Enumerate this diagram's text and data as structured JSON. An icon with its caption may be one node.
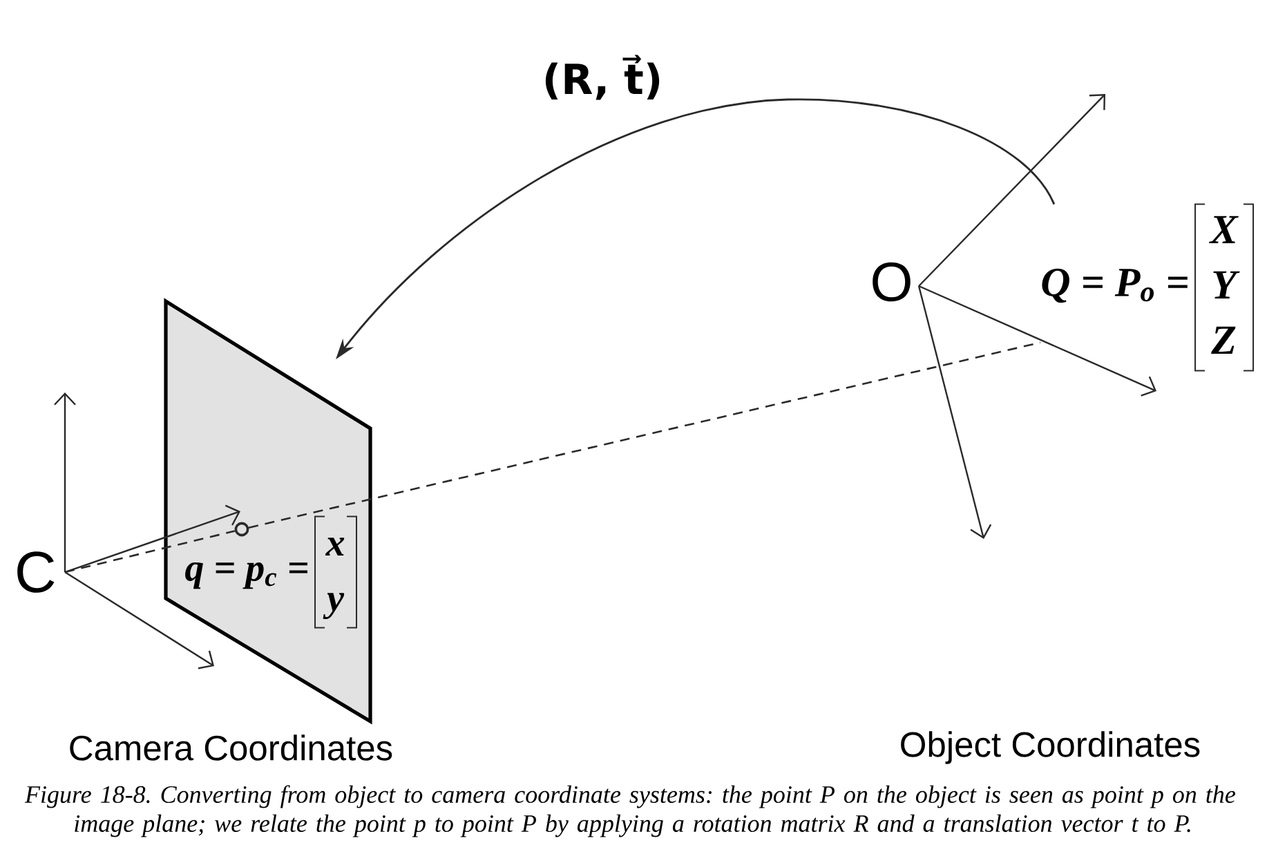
{
  "diagram": {
    "nodes": [
      {
        "text": [
          "C"
        ]
      },
      {
        "text": [
          "q = p$_{c}$ =",
          "x",
          "y"
        ]
      },
      {
        "text": [],
        "shape": "circle",
        "in": 1
      },
      {
        "text": [
          "Q = P$_{o}$ =",
          "X",
          "Y",
          "Z"
        ]
      }
    ],
    "edges": [
      {
        "from": 3,
        "to": 1,
        "arrow": "to",
        "label": "(R, t⃗)"
      },
      {
        "from": 0,
        "to": 2,
        "arrow": "none",
        "style": "dashed"
      },
      {
        "from": 2,
        "to": 3,
        "arrow": "none",
        "style": "dashed"
      }
    ],
    "labels": [
      "O",
      "Camera Coordinates",
      "Object Coordinates"
    ],
    "caption": "Figure 18-8. Converting from object to camera coordinate systems: the point P on the object is seen as point p on the image plane; we relate the point p to point P by applying a rotation matrix R and a translation vector t to P."
  }
}
